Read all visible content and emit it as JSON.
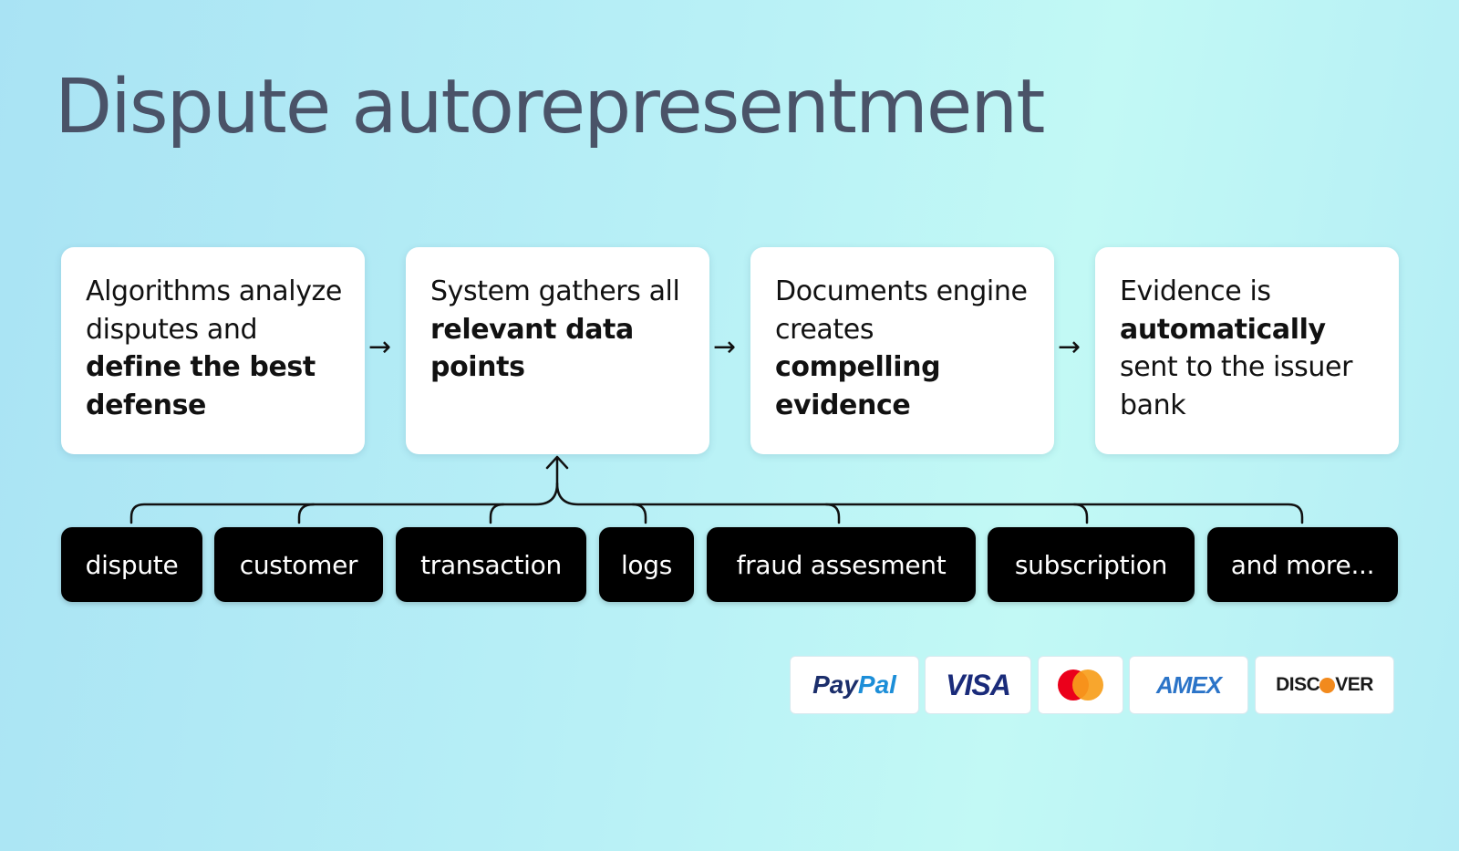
{
  "title": "Dispute autorepresentment",
  "steps": [
    {
      "parts": [
        {
          "t": "Algorithms analyze disputes and ",
          "b": false
        },
        {
          "t": "define the best defense",
          "b": true
        }
      ]
    },
    {
      "parts": [
        {
          "t": "System gathers all ",
          "b": false
        },
        {
          "t": "relevant data points",
          "b": true
        }
      ]
    },
    {
      "parts": [
        {
          "t": "Documents engine creates ",
          "b": false
        },
        {
          "t": "compelling evidence",
          "b": true
        }
      ]
    },
    {
      "parts": [
        {
          "t": "Evidence is ",
          "b": false
        },
        {
          "t": "automatically",
          "b": true
        },
        {
          "t": " sent to the issuer bank",
          "b": false
        }
      ]
    }
  ],
  "arrow_glyph": "→",
  "data_sources": [
    "dispute",
    "customer",
    "transaction",
    "logs",
    "fraud assesment",
    "subscription",
    "and more..."
  ],
  "logos": {
    "paypal_pay": "Pay",
    "paypal_pal": "Pal",
    "visa": "VISA",
    "mastercard": "mastercard-icon",
    "amex": "AMEX",
    "discover_pre": "DISC",
    "discover_o": "O",
    "discover_post": "VER"
  }
}
